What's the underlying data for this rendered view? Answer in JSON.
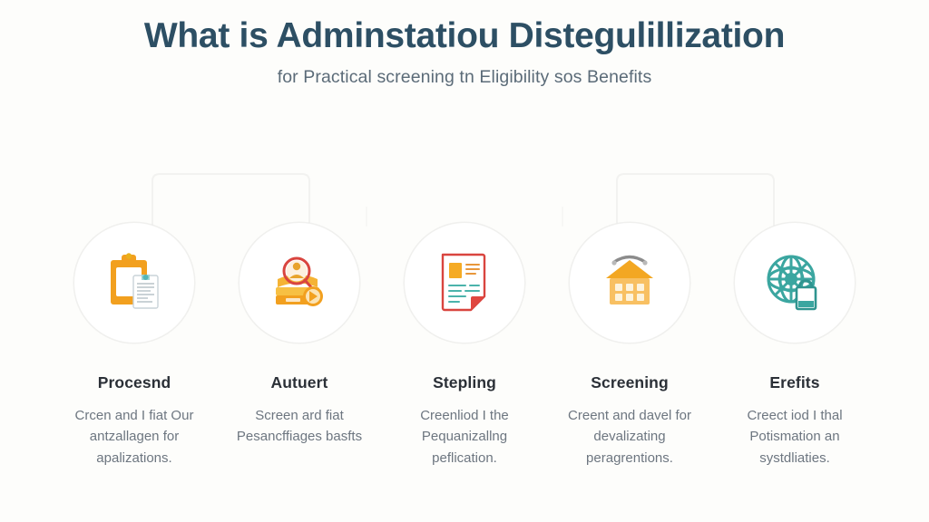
{
  "header": {
    "title": "What is Adminstatiou Distegulillization",
    "subtitle": "for Practical screening tn Eligibility sos Benefits"
  },
  "colors": {
    "title": "#2d4f64",
    "subtitle": "#5b6b78",
    "heading": "#2b3037",
    "body": "#6d7680",
    "background": "#fdfdfb",
    "orange": "#f5a623",
    "amber": "#f7bd4a",
    "red": "#d9453f",
    "teal": "#3fa9a3",
    "arrow": "#e3e4e2",
    "circle_border": "#f0f0ee"
  },
  "steps": [
    {
      "icon": "clipboard-document-icon",
      "heading": "Procesnd",
      "body": "Crcen and I fiat Our antzallagen for apalizations."
    },
    {
      "icon": "books-person-search-icon",
      "heading": "Autuert",
      "body": "Screen ard fiat Pesancffiages basfts"
    },
    {
      "icon": "document-page-icon",
      "heading": "Stepling",
      "body": "Creenliod I the Pequanizallng peflication."
    },
    {
      "icon": "house-building-icon",
      "heading": "Screening",
      "body": "Creent and davel for devalizating peragrentions."
    },
    {
      "icon": "globe-bag-icon",
      "heading": "Erefits",
      "body": "Creect iod I thal Potismation an systdliaties."
    }
  ],
  "connectors": {
    "arrow_label": "arrow-right"
  }
}
